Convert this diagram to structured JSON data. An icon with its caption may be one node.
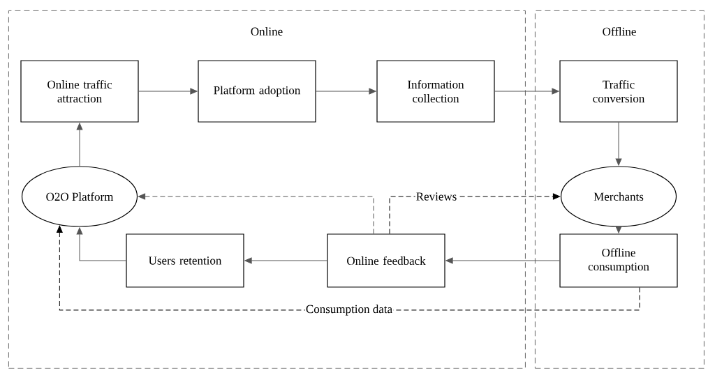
{
  "diagram": {
    "nodes": [
      {
        "text": [
          "Online"
        ]
      },
      {
        "text": [
          "Offline"
        ]
      },
      {
        "text": [
          "Online traffic attraction"
        ],
        "in": 0
      },
      {
        "text": [
          "Platform adoption"
        ],
        "in": 0
      },
      {
        "text": [
          "Information collection"
        ],
        "in": 0
      },
      {
        "text": [
          "Traffic conversion"
        ],
        "in": 1
      },
      {
        "text": [
          "O2O Platform"
        ],
        "in": 0
      },
      {
        "text": [
          "Merchants"
        ],
        "in": 1
      },
      {
        "text": [
          "Users retention"
        ],
        "in": 0
      },
      {
        "text": [
          "Online feedback"
        ],
        "in": 0
      },
      {
        "text": [
          "Offline consumption"
        ],
        "in": 1
      }
    ],
    "edges": [
      {
        "from": 2,
        "to": 3,
        "arrow": "to"
      },
      {
        "from": 3,
        "to": 4,
        "arrow": "to"
      },
      {
        "from": 4,
        "to": 5,
        "arrow": "to"
      },
      {
        "from": 5,
        "to": 7,
        "arrow": "to"
      },
      {
        "from": 6,
        "to": 2,
        "arrow": "to"
      },
      {
        "from": 7,
        "to": 10,
        "arrow": "to"
      },
      {
        "from": 10,
        "to": 9,
        "arrow": "to"
      },
      {
        "from": 9,
        "to": 8,
        "arrow": "to"
      },
      {
        "from": 8,
        "to": 6,
        "arrow": "to"
      },
      {
        "from": 9,
        "to": 6,
        "arrow": "to",
        "style": "dashed"
      },
      {
        "from": 9,
        "to": 7,
        "arrow": "to",
        "style": "dashed",
        "label": "Reviews",
        "color": "#000000"
      },
      {
        "from": 10,
        "to": 6,
        "arrow": "to",
        "style": "dashed",
        "label": "Consumption data",
        "color": "#000000"
      }
    ]
  }
}
